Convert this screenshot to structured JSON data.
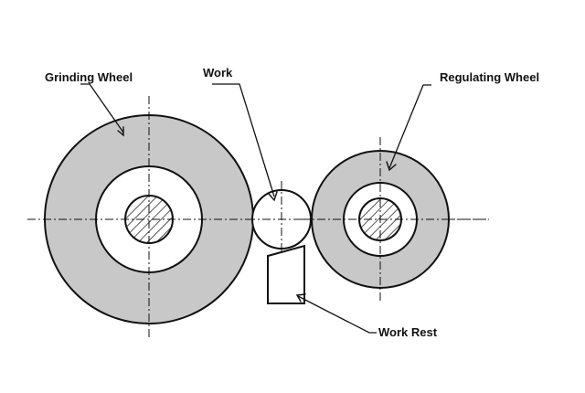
{
  "labels": {
    "grinding_wheel": "Grinding Wheel",
    "work": "Work",
    "regulating_wheel": "Regulating Wheel",
    "work_rest": "Work Rest"
  },
  "colors": {
    "wheel_fill": "#c8c8c8",
    "line": "#111111",
    "background": "#ffffff"
  }
}
